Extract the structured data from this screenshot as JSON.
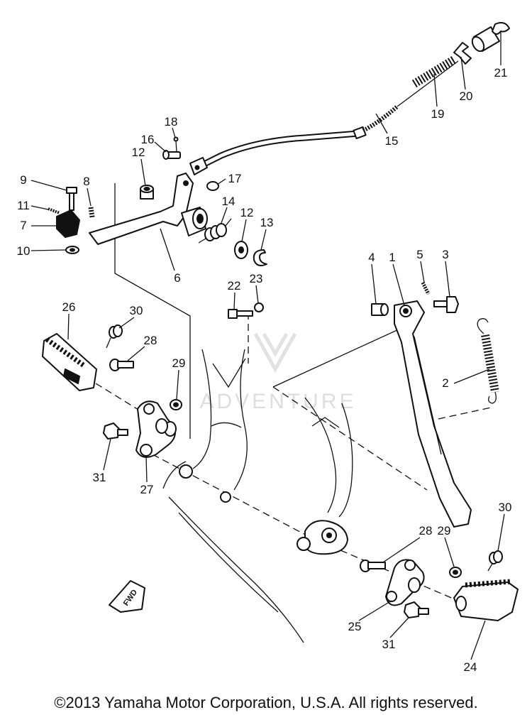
{
  "callouts": [
    "21",
    "20",
    "19",
    "15",
    "18",
    "16",
    "12",
    "17",
    "9",
    "8",
    "11",
    "7",
    "10",
    "14",
    "12",
    "13",
    "6",
    "4",
    "1",
    "5",
    "3",
    "22",
    "23",
    "26",
    "30",
    "28",
    "29",
    "2",
    "31",
    "27",
    "30",
    "28",
    "29",
    "25",
    "31",
    "24"
  ],
  "fwd_label": "FWD",
  "watermark": "ADVENTURE",
  "copyright": "©2013 Yamaha Motor Corporation, U.S.A. All rights reserved.",
  "colors": {
    "line": "#111111",
    "background": "#ffffff",
    "watermark": "#dedede"
  }
}
